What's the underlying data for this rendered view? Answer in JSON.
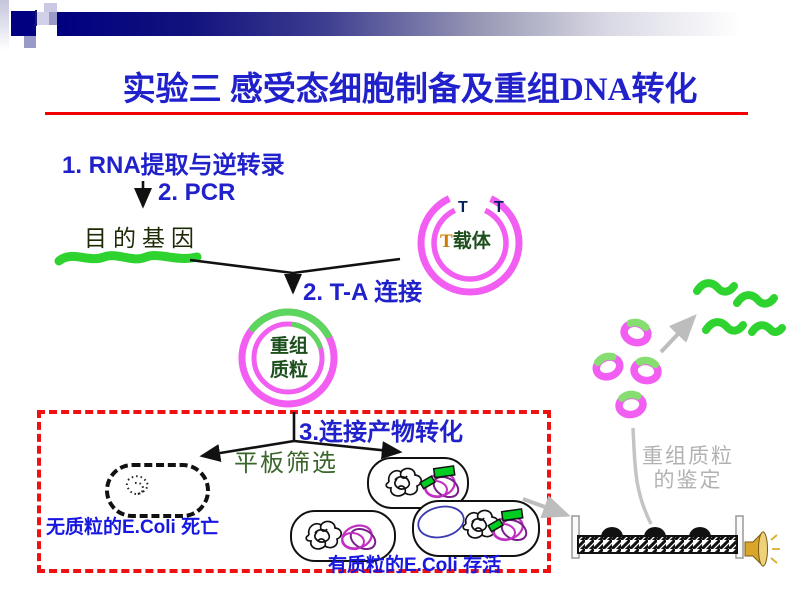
{
  "header": {
    "title": "实验三 感受态细胞制备及重组DNA转化"
  },
  "flow": {
    "step1": "1. RNA提取与逆转录",
    "step2_pcr": "2. PCR",
    "target_gene": "目的基因",
    "t_labels": [
      "T",
      "T"
    ],
    "t_vector_prefix": "T",
    "t_vector_name": "载体",
    "step2_ta": "2. T-A 连接",
    "plasmid_line1": "重组",
    "plasmid_line2": "质粒",
    "step3": "3.连接产物转化",
    "plate_screening": "平板筛选",
    "no_plasmid_caption": "无质粒的E.Coli 死亡",
    "with_plasmid_caption": "有质粒的E.Coli 存活",
    "identification_line1": "重组质粒",
    "identification_line2": "的鉴定"
  },
  "icons": {
    "speaker": "speaker-icon"
  },
  "colors": {
    "title_blue": "#2121cc",
    "caption_blue": "#1717e0",
    "red": "#ee1111",
    "plasmid_magenta": "#f25ef2",
    "gene_green": "#2fd32f",
    "insert_green": "#00cc22",
    "dark_green_text": "#1d4f1d",
    "gray_connector": "#c0c0c0",
    "navy": "#000080",
    "speaker_gold": "#d9a62b"
  }
}
